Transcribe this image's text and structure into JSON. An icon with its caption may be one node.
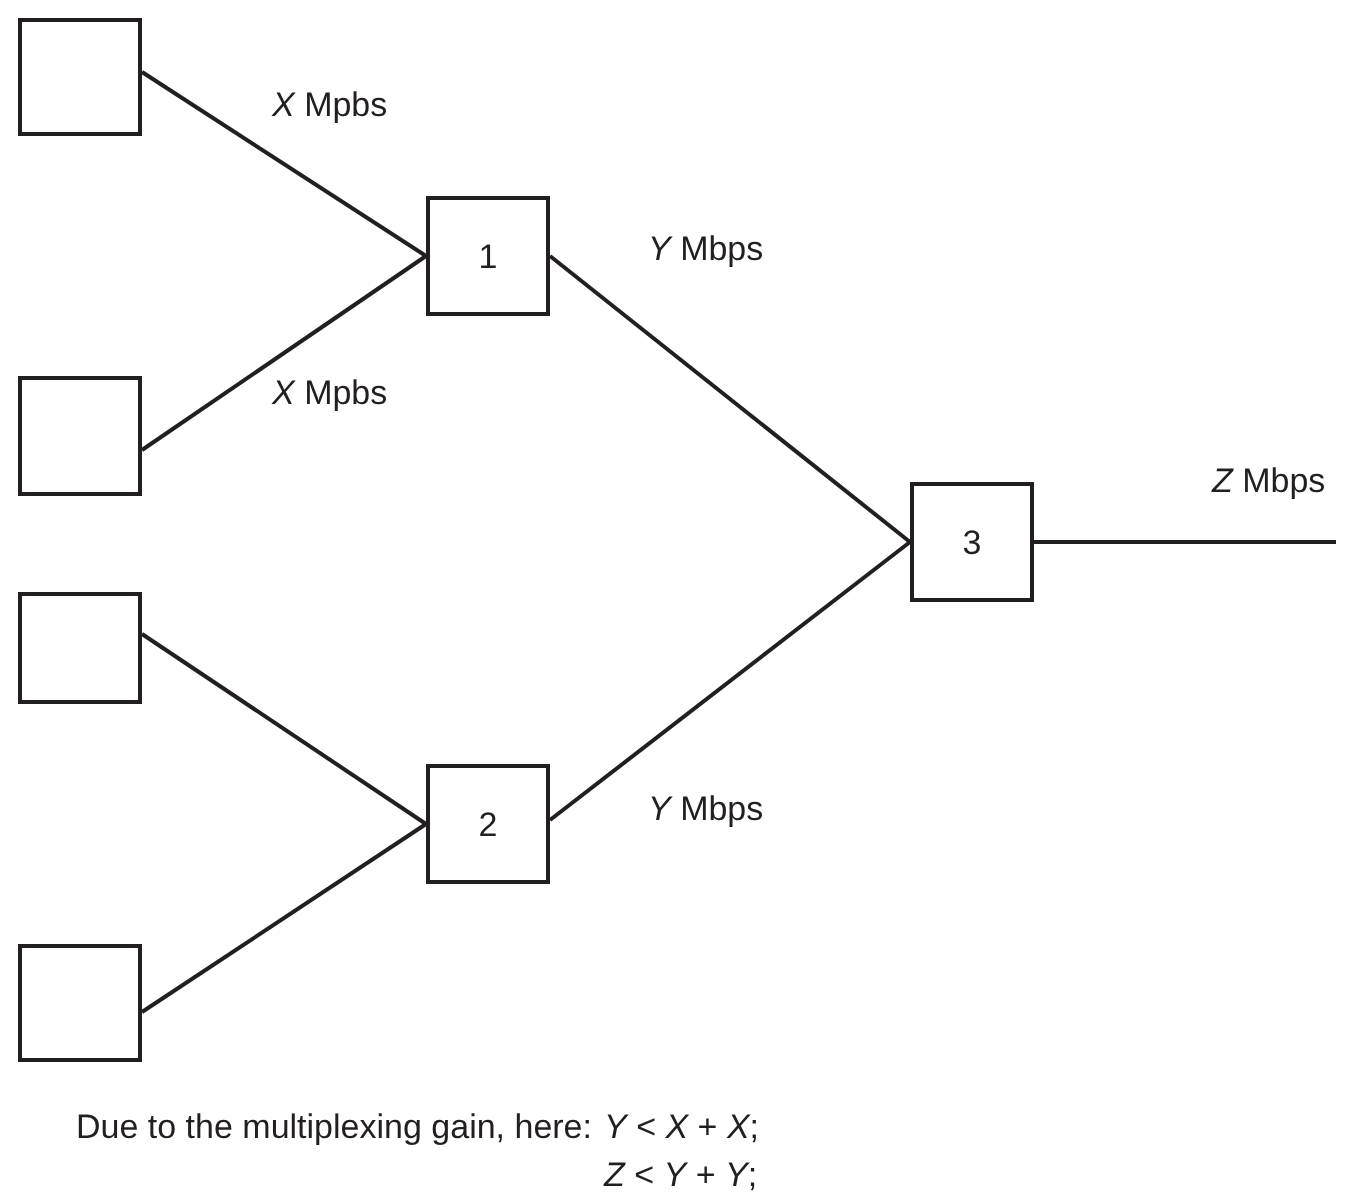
{
  "diagram": {
    "nodes": [
      {
        "text": [],
        "shape": "box"
      },
      {
        "text": [],
        "shape": "box"
      },
      {
        "text": [],
        "shape": "box"
      },
      {
        "text": [],
        "shape": "box"
      },
      {
        "text": [
          "1"
        ]
      },
      {
        "text": [
          "2"
        ]
      },
      {
        "text": [
          "3"
        ]
      }
    ],
    "edges": [
      {
        "from": 0,
        "to": 4,
        "arrow": "none",
        "label": "*X* Mpbs"
      },
      {
        "from": 1,
        "to": 4,
        "arrow": "none",
        "label": "*X* Mpbs"
      },
      {
        "from": 2,
        "to": 5,
        "arrow": "none"
      },
      {
        "from": 3,
        "to": 5,
        "arrow": "none"
      },
      {
        "from": 4,
        "to": 6,
        "arrow": "none",
        "label": "*Y* Mbps"
      },
      {
        "from": 5,
        "to": 6,
        "arrow": "none",
        "label": "*Y* Mbps"
      },
      {
        "from": 6,
        "to": null,
        "arrow": "none",
        "label": "*Z* Mbps"
      }
    ],
    "labels": [
      "Due to the multiplexing gain, here:",
      "*Y* < *X* + *X*;",
      "*Z* < *Y* + *Y*;"
    ]
  }
}
